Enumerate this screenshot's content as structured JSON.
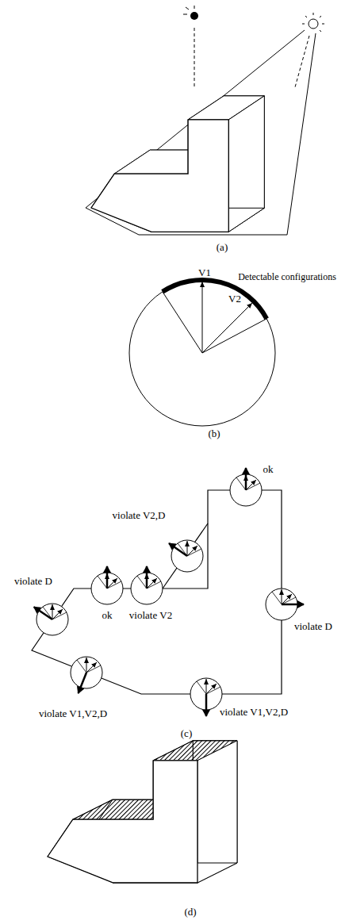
{
  "diagram": {
    "labels": [
      "(a)",
      "V1",
      "Detectable configurations",
      "V2",
      "(b)",
      "ok",
      "violate V2,D",
      "violate D",
      "ok",
      "violate V2",
      "violate D",
      "violate V1,V2,D",
      "violate V1,V2,D",
      "(c)",
      "(d)"
    ]
  }
}
